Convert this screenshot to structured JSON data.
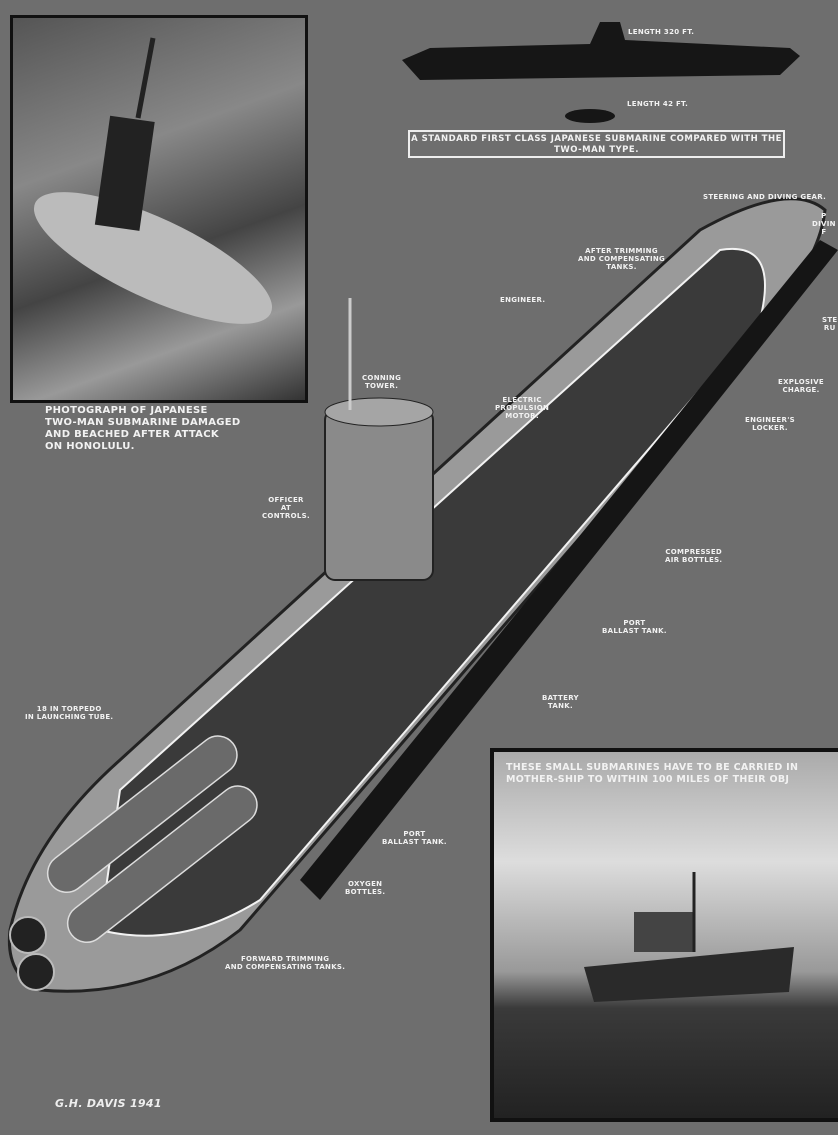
{
  "comparison": {
    "large_length": "LENGTH 320 FT.",
    "small_length": "LENGTH 42 FT.",
    "caption": "A STANDARD FIRST CLASS JAPANESE SUBMARINE COMPARED WITH THE TWO-MAN TYPE."
  },
  "photo_caption": "PHOTOGRAPH OF JAPANESE\nTWO-MAN SUBMARINE DAMAGED\nAND BEACHED AFTER ATTACK\nON HONOLULU.",
  "mothership_caption": "THESE SMALL SUBMARINES HAVE TO BE CARRIED IN\nMOTHER-SHIP TO WITHIN 100 MILES OF THEIR OBJ",
  "labels": {
    "steering": "STEERING AND DIVING GEAR.",
    "diving_partial": "P\nDIVIN\nF",
    "stern_partial": "STE\nRU",
    "after_trimming": "AFTER TRIMMING\nAND COMPENSATING\nTANKS.",
    "engineer": "ENGINEER.",
    "explosive": "EXPLOSIVE\nCHARGE.",
    "conning": "CONNING\nTOWER.",
    "motor": "ELECTRIC\nPROPULSION\nMOTOR.",
    "locker": "ENGINEER'S\nLOCKER.",
    "officer": "OFFICER\nAT\nCONTROLS.",
    "air_bottles": "COMPRESSED\nAIR BOTTLES.",
    "port_ballast_1": "PORT\nBALLAST TANK.",
    "battery": "BATTERY\nTANK.",
    "torpedo": "18 IN TORPEDO\nIN LAUNCHING TUBE.",
    "port_ballast_2": "PORT\nBALLAST TANK.",
    "oxygen": "OXYGEN\nBOTTLES.",
    "forward_trimming": "FORWARD TRIMMING\nAND COMPENSATING TANKS."
  },
  "signature": "G.H. DAVIS 1941"
}
